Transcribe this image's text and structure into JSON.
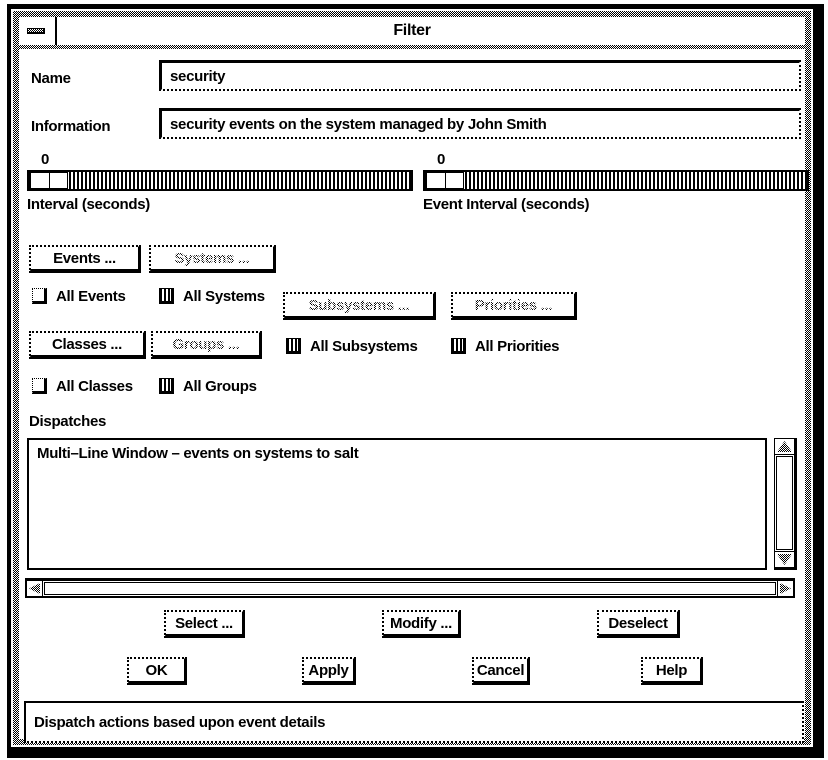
{
  "window": {
    "title": "Filter",
    "foreground": "#000000",
    "background": "#ffffff"
  },
  "fields": {
    "name": {
      "label": "Name",
      "value": "security"
    },
    "information": {
      "label": "Information",
      "value": "security events on the system managed by John Smith"
    }
  },
  "sliders": {
    "interval": {
      "value": "0",
      "label": "Interval (seconds)"
    },
    "event_interval": {
      "value": "0",
      "label": "Event Interval (seconds)"
    }
  },
  "filter_buttons": {
    "events": {
      "label": "Events ...",
      "disabled": false
    },
    "systems": {
      "label": "Systems ...",
      "disabled": true
    },
    "subsystems": {
      "label": "Subsystems ...",
      "disabled": true
    },
    "priorities": {
      "label": "Priorities ...",
      "disabled": true
    },
    "classes": {
      "label": "Classes ...",
      "disabled": false
    },
    "groups": {
      "label": "Groups ...",
      "disabled": true
    }
  },
  "checkboxes": {
    "all_events": {
      "label": "All Events",
      "checked": false
    },
    "all_systems": {
      "label": "All Systems",
      "checked": true
    },
    "all_subsystems": {
      "label": "All Subsystems",
      "checked": true
    },
    "all_priorities": {
      "label": "All Priorities",
      "checked": true
    },
    "all_classes": {
      "label": "All Classes",
      "checked": false
    },
    "all_groups": {
      "label": "All Groups",
      "checked": true
    }
  },
  "dispatches": {
    "label": "Dispatches",
    "items": [
      {
        "text": "Multi–Line Window – events on systems to salt"
      }
    ]
  },
  "action_buttons": {
    "select": "Select ...",
    "modify": "Modify ...",
    "deselect": "Deselect"
  },
  "dialog_buttons": {
    "ok": "OK",
    "apply": "Apply",
    "cancel": "Cancel",
    "help": "Help"
  },
  "status_bar": {
    "message": "Dispatch actions based upon event details"
  }
}
